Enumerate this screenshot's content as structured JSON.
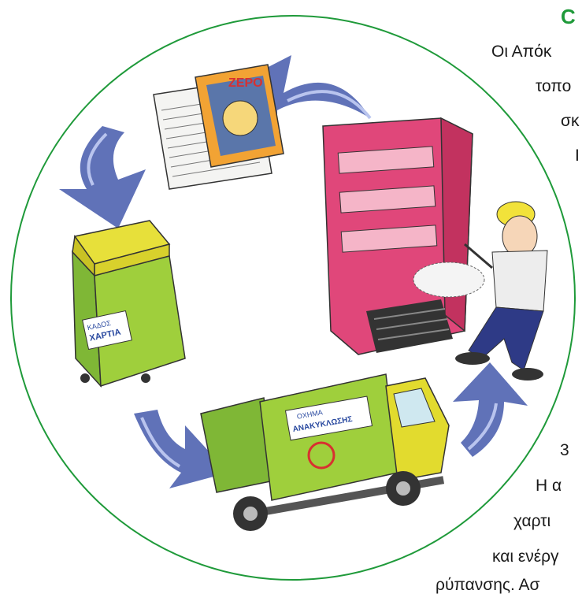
{
  "heading": "C",
  "text_lines": [
    "Οι Απόκ",
    "τοπο",
    "σκ",
    "Ι",
    "3",
    "Η α",
    "χαρτι",
    "και ενέργ",
    "ρύπανσης. Ασ"
  ],
  "bin_label": [
    "ΚΑΔΟΣ",
    "ΧΑΡΤΙΑ"
  ],
  "truck_label": [
    "ΟΧΗΜΑ",
    "ΑΝΑΚΥΚΛΩΣΗΣ"
  ],
  "magazine_title": "ΖΕΡΟ",
  "colors": {
    "circle": "#1f9a3a",
    "arrow": "#4f63b0",
    "bin": "#9fcf3c",
    "bin_lid": "#e7e03a",
    "truck": "#8fc63c",
    "truck_cab": "#e2db2e",
    "machine": "#e0477a"
  }
}
